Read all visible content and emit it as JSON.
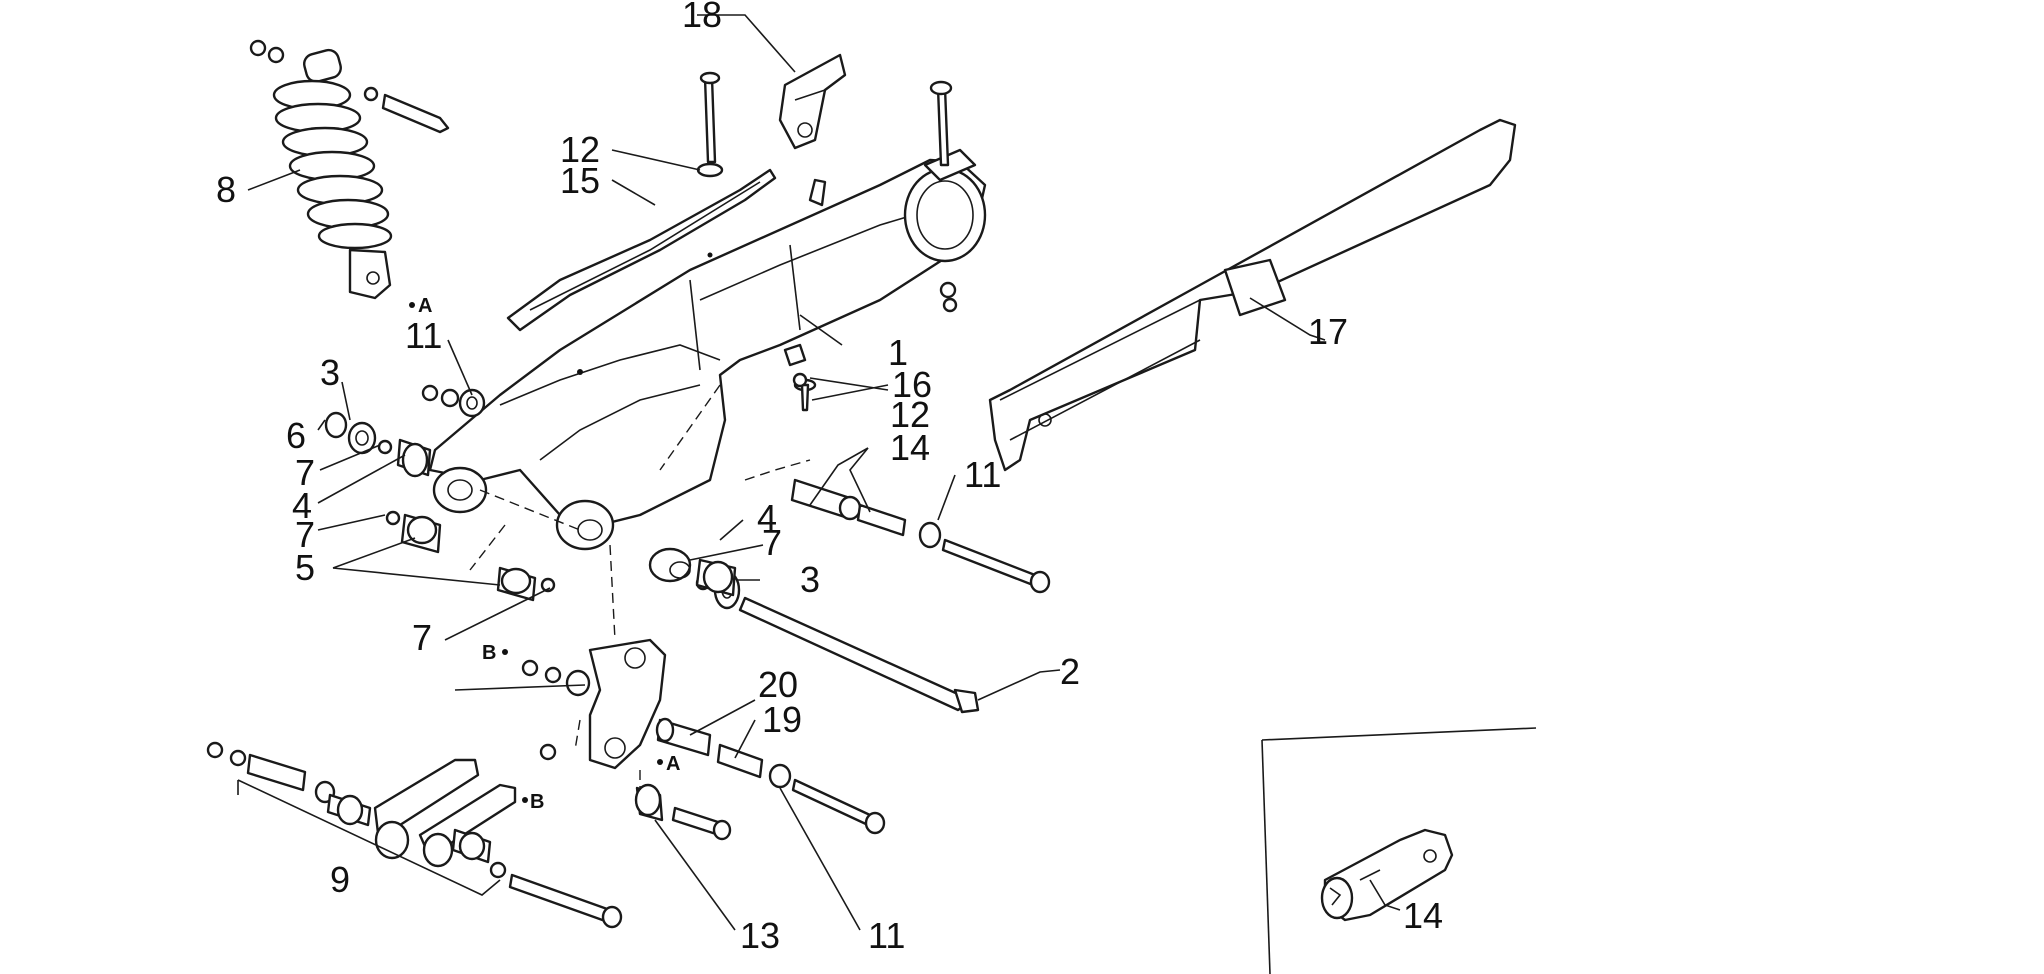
{
  "callouts": {
    "c1": "1",
    "c2": "2",
    "c3a": "3",
    "c3b": "3",
    "c4a": "4",
    "c4b": "4",
    "c5": "5",
    "c6": "6",
    "c7a": "7",
    "c7b": "7",
    "c7c": "7",
    "c7d": "7",
    "c8": "8",
    "c9": "9",
    "c11a": "11",
    "c11b": "11",
    "c11c": "11",
    "c12a": "12",
    "c12b": "12",
    "c13": "13",
    "c14a": "14",
    "c14b": "14",
    "c15": "15",
    "c16": "16",
    "c17": "17",
    "c18": "18",
    "c19": "19",
    "c20": "20"
  },
  "connection_marks": {
    "a1": "A",
    "a2": "A",
    "b1": "B",
    "b2": "B"
  }
}
